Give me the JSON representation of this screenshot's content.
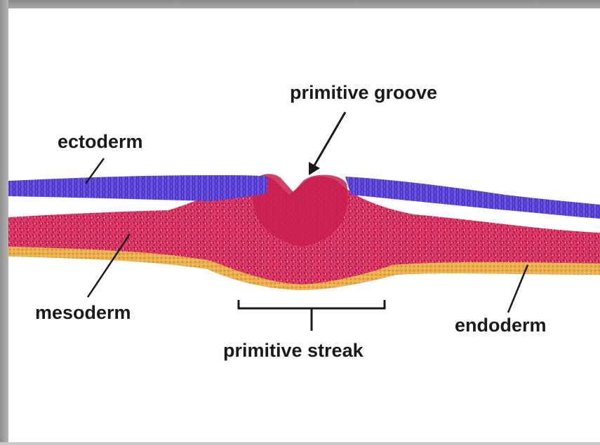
{
  "labels": {
    "primitive_groove": "primitive groove",
    "ectoderm": "ectoderm",
    "mesoderm": "mesoderm",
    "endoderm": "endoderm",
    "primitive_streak": "primitive streak"
  },
  "colors": {
    "ectoderm": "#5a3fd6",
    "mesoderm": "#d42a5c",
    "endoderm": "#e6a23a",
    "frame": "#9a9a9a",
    "leader_line": "#1a1a1a"
  }
}
